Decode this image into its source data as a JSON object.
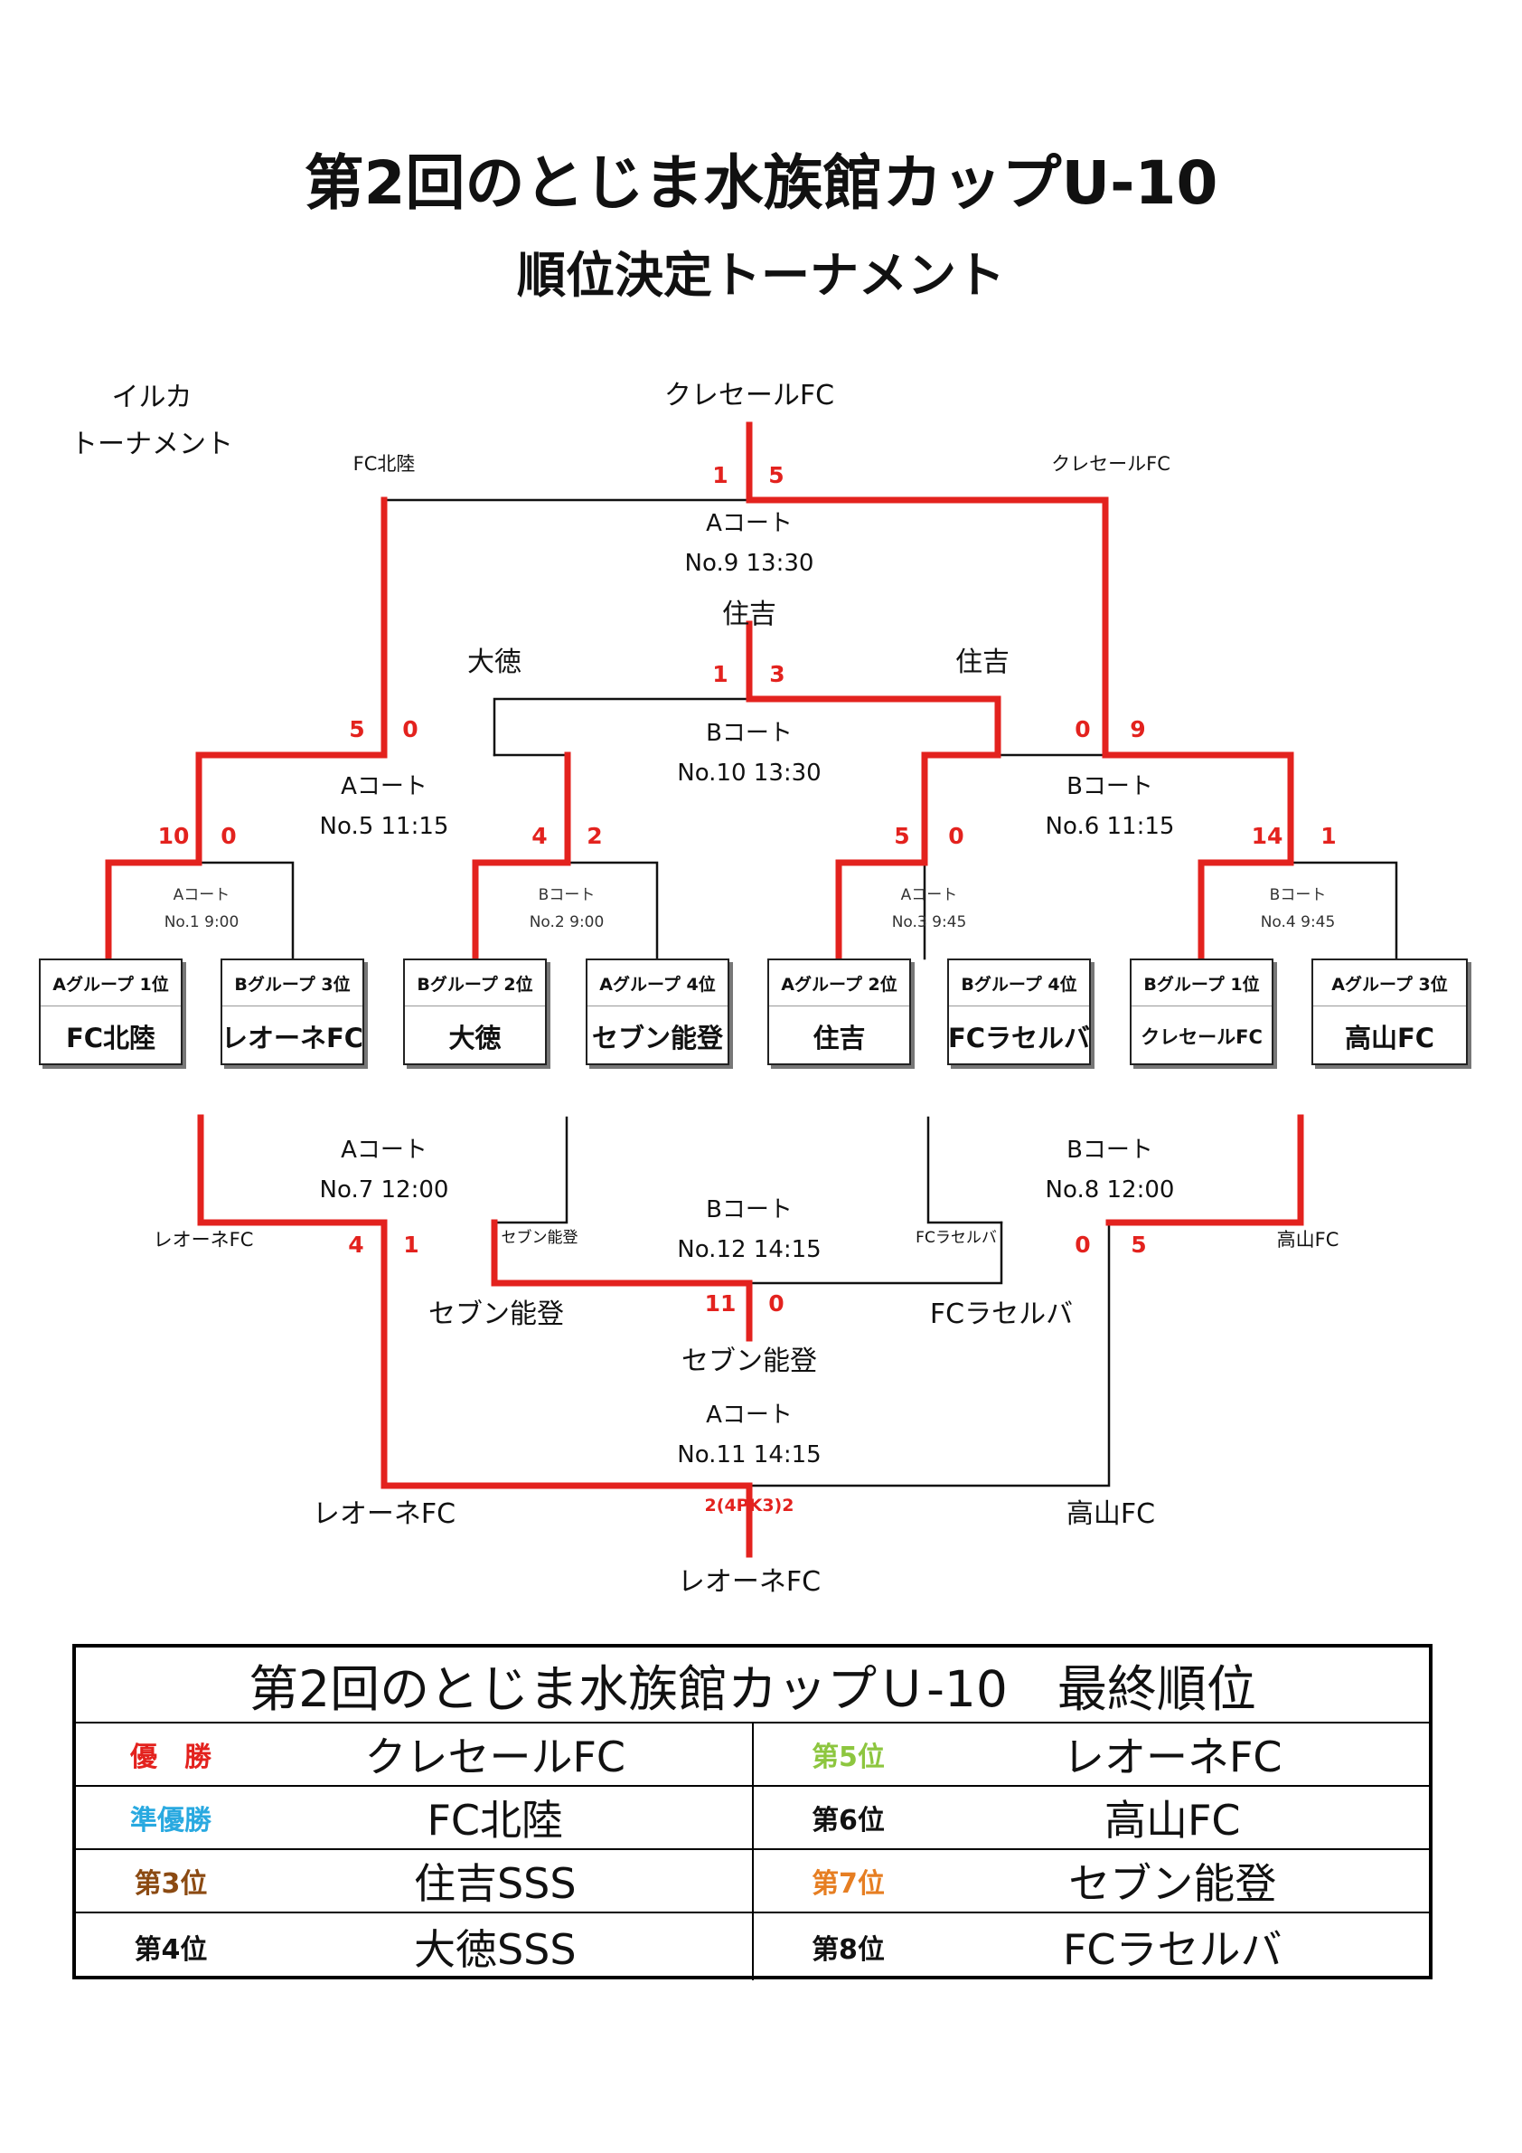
{
  "title": "第2回のとじま水族館カップU-10",
  "subtitle": "順位決定トーナメント",
  "bracket_name": [
    "イルカ",
    "トーナメント"
  ],
  "seeds": [
    {
      "group": "Aグループ 1位",
      "team": "FC北陸"
    },
    {
      "group": "Bグループ 3位",
      "team": "レオーネFC"
    },
    {
      "group": "Bグループ 2位",
      "team": "大徳"
    },
    {
      "group": "Aグループ 4位",
      "team": "セブン能登"
    },
    {
      "group": "Aグループ 2位",
      "team": "住吉"
    },
    {
      "group": "Bグループ 4位",
      "team": "FCラセルバ"
    },
    {
      "group": "Bグループ 1位",
      "team": "クレセールFC"
    },
    {
      "group": "Aグループ 3位",
      "team": "高山FC"
    }
  ],
  "round1": [
    {
      "court": "Aコート",
      "match": "No.1 9:00",
      "scores": [
        "10",
        "0"
      ]
    },
    {
      "court": "Bコート",
      "match": "No.2 9:00",
      "scores": [
        "4",
        "2"
      ]
    },
    {
      "court": "Aコート",
      "match": "No.3 9:45",
      "scores": [
        "5",
        "0"
      ]
    },
    {
      "court": "Bコート",
      "match": "No.4 9:45",
      "scores": [
        "14",
        "1"
      ]
    }
  ],
  "semis": [
    {
      "court": "Aコート",
      "match": "No.5 11:15",
      "scores": [
        "5",
        "0"
      ],
      "winner_label": "FC北陸"
    },
    {
      "court": "Bコート",
      "match": "No.6 11:15",
      "scores": [
        "0",
        "9"
      ],
      "winner_label": "クレセールFC"
    }
  ],
  "final": {
    "court": "Aコート",
    "match": "No.9 13:30",
    "scores": [
      "1",
      "5"
    ],
    "champion": "クレセールFC"
  },
  "third_place": {
    "court": "Bコート",
    "match": "No.10 13:30",
    "scores": [
      "1",
      "3"
    ],
    "left_label": "大徳",
    "right_label": "住吉",
    "winner": "住吉"
  },
  "consolation": [
    {
      "court": "Aコート",
      "match": "No.7 12:00",
      "scores": [
        "4",
        "1"
      ],
      "left_label": "レオーネFC",
      "right_label": "セブン能登"
    },
    {
      "court": "Bコート",
      "match": "No.8 12:00",
      "scores": [
        "0",
        "5"
      ],
      "left_label": "FCラセルバ",
      "right_label": "高山FC"
    }
  ],
  "seventh_place": {
    "court": "Bコート",
    "match": "No.12 14:15",
    "scores": [
      "11",
      "0"
    ],
    "left_label": "セブン能登",
    "right_label": "FCラセルバ",
    "winner": "セブン能登"
  },
  "fifth_place": {
    "court": "Aコート",
    "match": "No.11 14:15",
    "score": "2(4PK3)2",
    "left_label": "レオーネFC",
    "right_label": "高山FC",
    "winner": "レオーネFC"
  },
  "results": {
    "title": "第2回のとじま水族館カップＵ-10　最終順位",
    "rows": [
      [
        {
          "rank": "優　勝",
          "team": "クレセールFC",
          "color": "#e3221e"
        },
        {
          "rank": "第5位",
          "team": "レオーネFC",
          "color": "#8dc63f"
        }
      ],
      [
        {
          "rank": "準優勝",
          "team": "FC北陸",
          "color": "#29a9e0"
        },
        {
          "rank": "第6位",
          "team": "高山FC",
          "color": "#111111"
        }
      ],
      [
        {
          "rank": "第3位",
          "team": "住吉SSS",
          "color": "#8b4a12"
        },
        {
          "rank": "第7位",
          "team": "セブン能登",
          "color": "#e67e22"
        }
      ],
      [
        {
          "rank": "第4位",
          "team": "大徳SSS",
          "color": "#111111"
        },
        {
          "rank": "第8位",
          "team": "FCラセルバ",
          "color": "#111111"
        }
      ]
    ]
  },
  "colors": {
    "win_line": "#e3221e",
    "line": "#111111"
  }
}
